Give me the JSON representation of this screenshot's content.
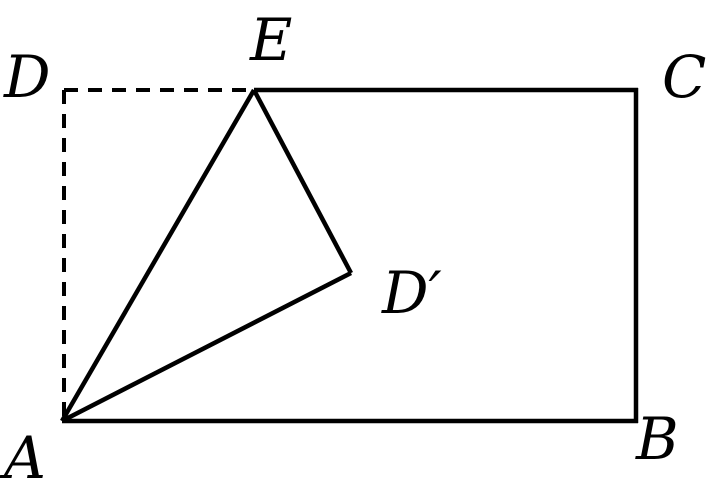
{
  "diagram": {
    "points": {
      "A": "A",
      "B": "B",
      "C": "C",
      "D": "D",
      "E": "E",
      "D_prime": "D′"
    },
    "segments": [
      {
        "from": "A",
        "to": "B",
        "style": "solid"
      },
      {
        "from": "B",
        "to": "C",
        "style": "solid"
      },
      {
        "from": "C",
        "to": "E",
        "style": "solid"
      },
      {
        "from": "D",
        "to": "E",
        "style": "dashed"
      },
      {
        "from": "A",
        "to": "D",
        "style": "dashed"
      },
      {
        "from": "A",
        "to": "E",
        "style": "solid"
      },
      {
        "from": "E",
        "to": "D′",
        "style": "solid"
      },
      {
        "from": "A",
        "to": "D′",
        "style": "solid"
      }
    ],
    "stroke_color": "#000000",
    "background_color": "#ffffff"
  }
}
